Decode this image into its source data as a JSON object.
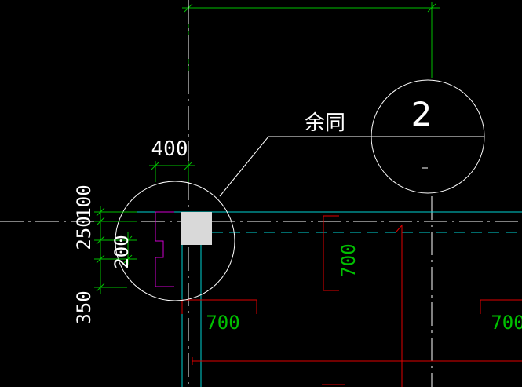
{
  "drawing": {
    "background": "#000000",
    "colors": {
      "dimension": "#00c000",
      "axis": "#ffffff",
      "cyan_line": "#00d4d4",
      "beam_red": "#e00000",
      "column_magenta": "#d000d0",
      "column_fill": "#d9d9d9",
      "circle": "#ffffff",
      "beam_label": "#00c000"
    },
    "top_dimension": {
      "label": ""
    },
    "dim_400": "400",
    "left_dims": {
      "d100": "100",
      "d250": "250",
      "d200": "200",
      "d350": "350"
    },
    "leader_note": "余同",
    "axis_bubble": "2",
    "beam_labels": {
      "beam_a": "700",
      "beam_b": "700",
      "beam_c": "700"
    }
  }
}
